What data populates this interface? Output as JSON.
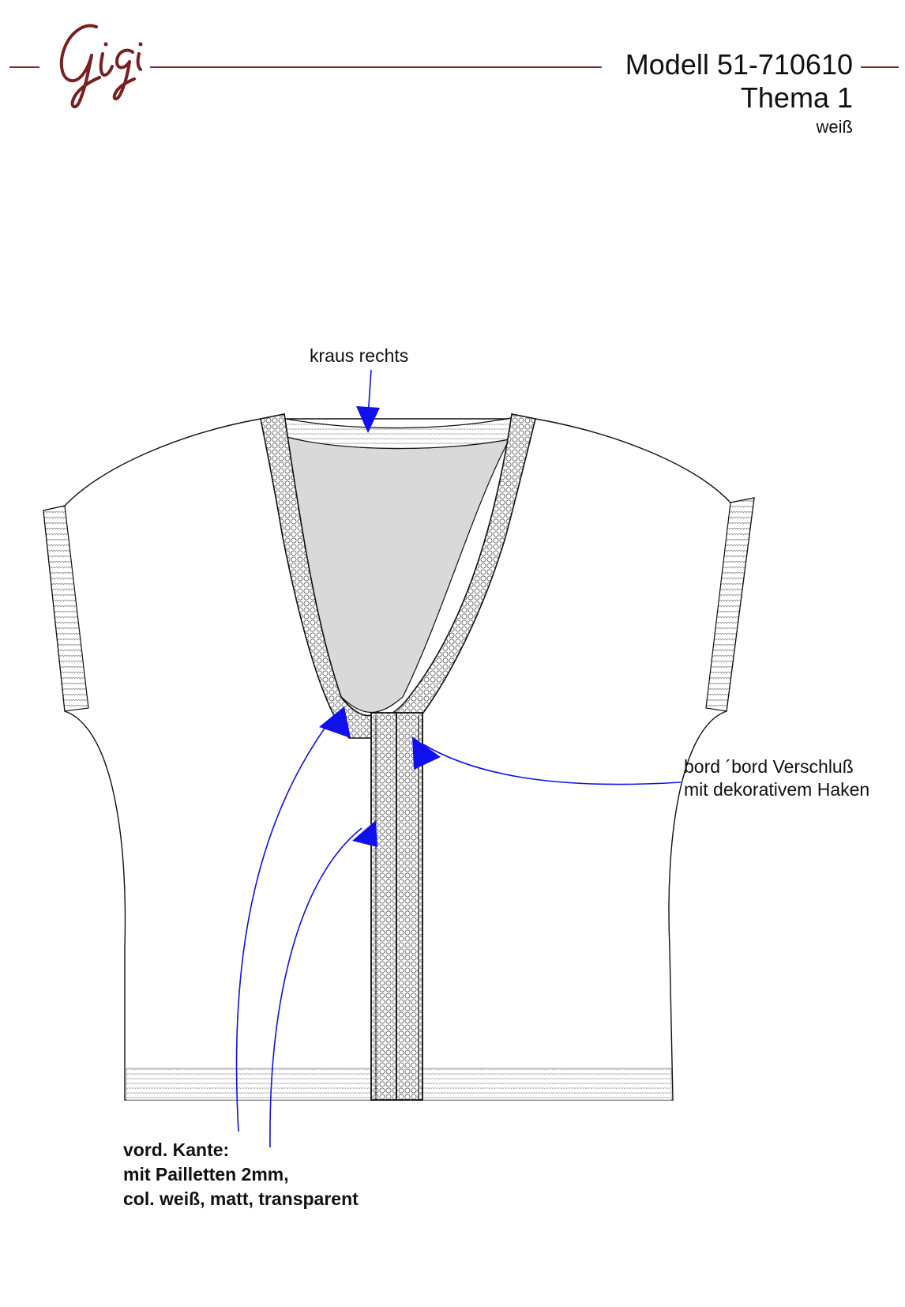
{
  "header": {
    "brand": "Gigi",
    "model": "Modell 51-710610",
    "theme": "Thema 1",
    "colour": "weiß"
  },
  "annotations": {
    "neck": "kraus rechts",
    "closure_line1": "bord ´bord Verschluß",
    "closure_line2": "mit dekorativem Haken",
    "edge_line1": "vord. Kante:",
    "edge_line2": "mit Pailletten 2mm,",
    "edge_line3": "col. weiß, matt, transparent"
  },
  "colors": {
    "brand": "#7a1f1f",
    "arrow": "#1010ee",
    "outline": "#111111",
    "neck_fill": "#d9d9d9"
  }
}
